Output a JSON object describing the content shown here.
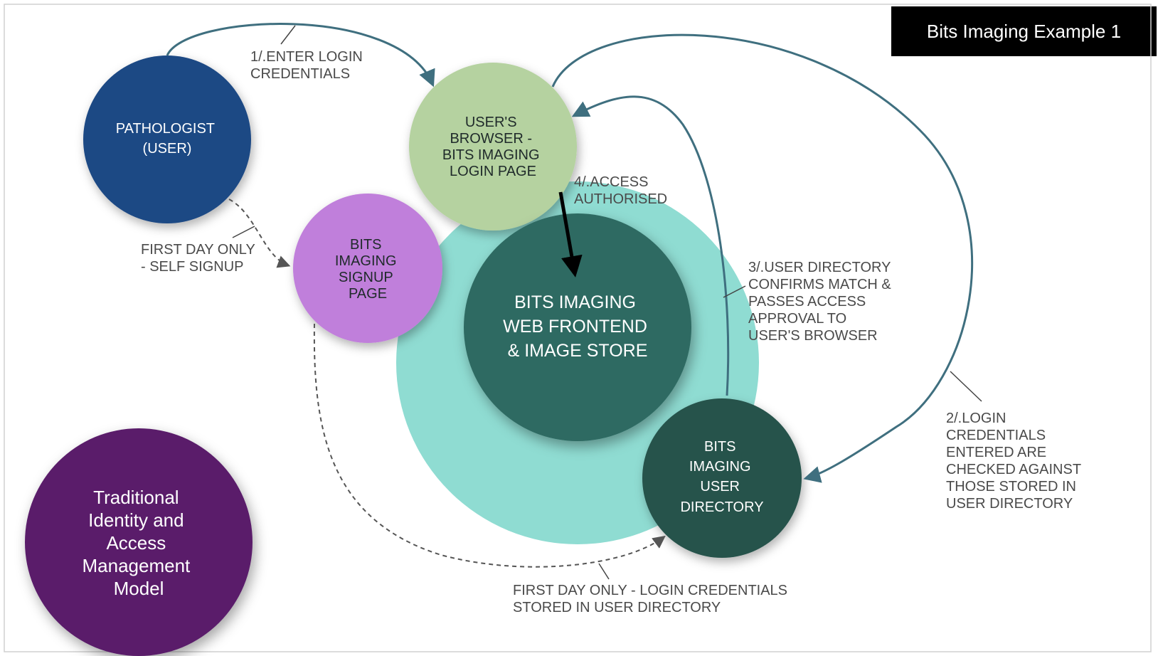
{
  "title": "Bits Imaging Example 1",
  "colors": {
    "pathologist": "#1f4884",
    "browser": "#b5d2a0",
    "signup": "#c07fdb",
    "teal_ring": "#8fdcd2",
    "frontend": "#2e6a62",
    "directory": "#27524c",
    "model": "#5a1f6b",
    "arrow": "#3f6f7f",
    "label": "#4a4a4a"
  },
  "nodes": {
    "pathologist": [
      "PATHOLOGIST",
      "(USER)"
    ],
    "browser": [
      "USER'S",
      "BROWSER -",
      "BITS IMAGING",
      "LOGIN PAGE"
    ],
    "signup": [
      "BITS",
      "IMAGING",
      "SIGNUP",
      "PAGE"
    ],
    "frontend": [
      "BITS IMAGING",
      "WEB FRONTEND",
      "& IMAGE STORE"
    ],
    "directory": [
      "BITS",
      "IMAGING",
      "USER",
      "DIRECTORY"
    ],
    "model": [
      "Traditional",
      "Identity and",
      "Access",
      "Management",
      "Model"
    ]
  },
  "labels": {
    "enter_login": [
      "1/.ENTER LOGIN",
      "CREDENTIALS"
    ],
    "first_day_signup": [
      "FIRST DAY ONLY",
      "- SELF SIGNUP"
    ],
    "access_authorised": [
      "4/.ACCESS",
      "AUTHORISED"
    ],
    "directory_confirms": [
      "3/.USER DIRECTORY",
      "CONFIRMS MATCH &",
      "PASSES ACCESS",
      "APPROVAL TO",
      "USER'S BROWSER"
    ],
    "login_checked": [
      "2/.LOGIN",
      "CREDENTIALS",
      "ENTERED ARE",
      "CHECKED AGAINST",
      "THOSE STORED IN",
      "USER DIRECTORY"
    ],
    "first_day_stored": [
      "FIRST DAY ONLY - LOGIN CREDENTIALS",
      "STORED IN USER DIRECTORY"
    ]
  }
}
